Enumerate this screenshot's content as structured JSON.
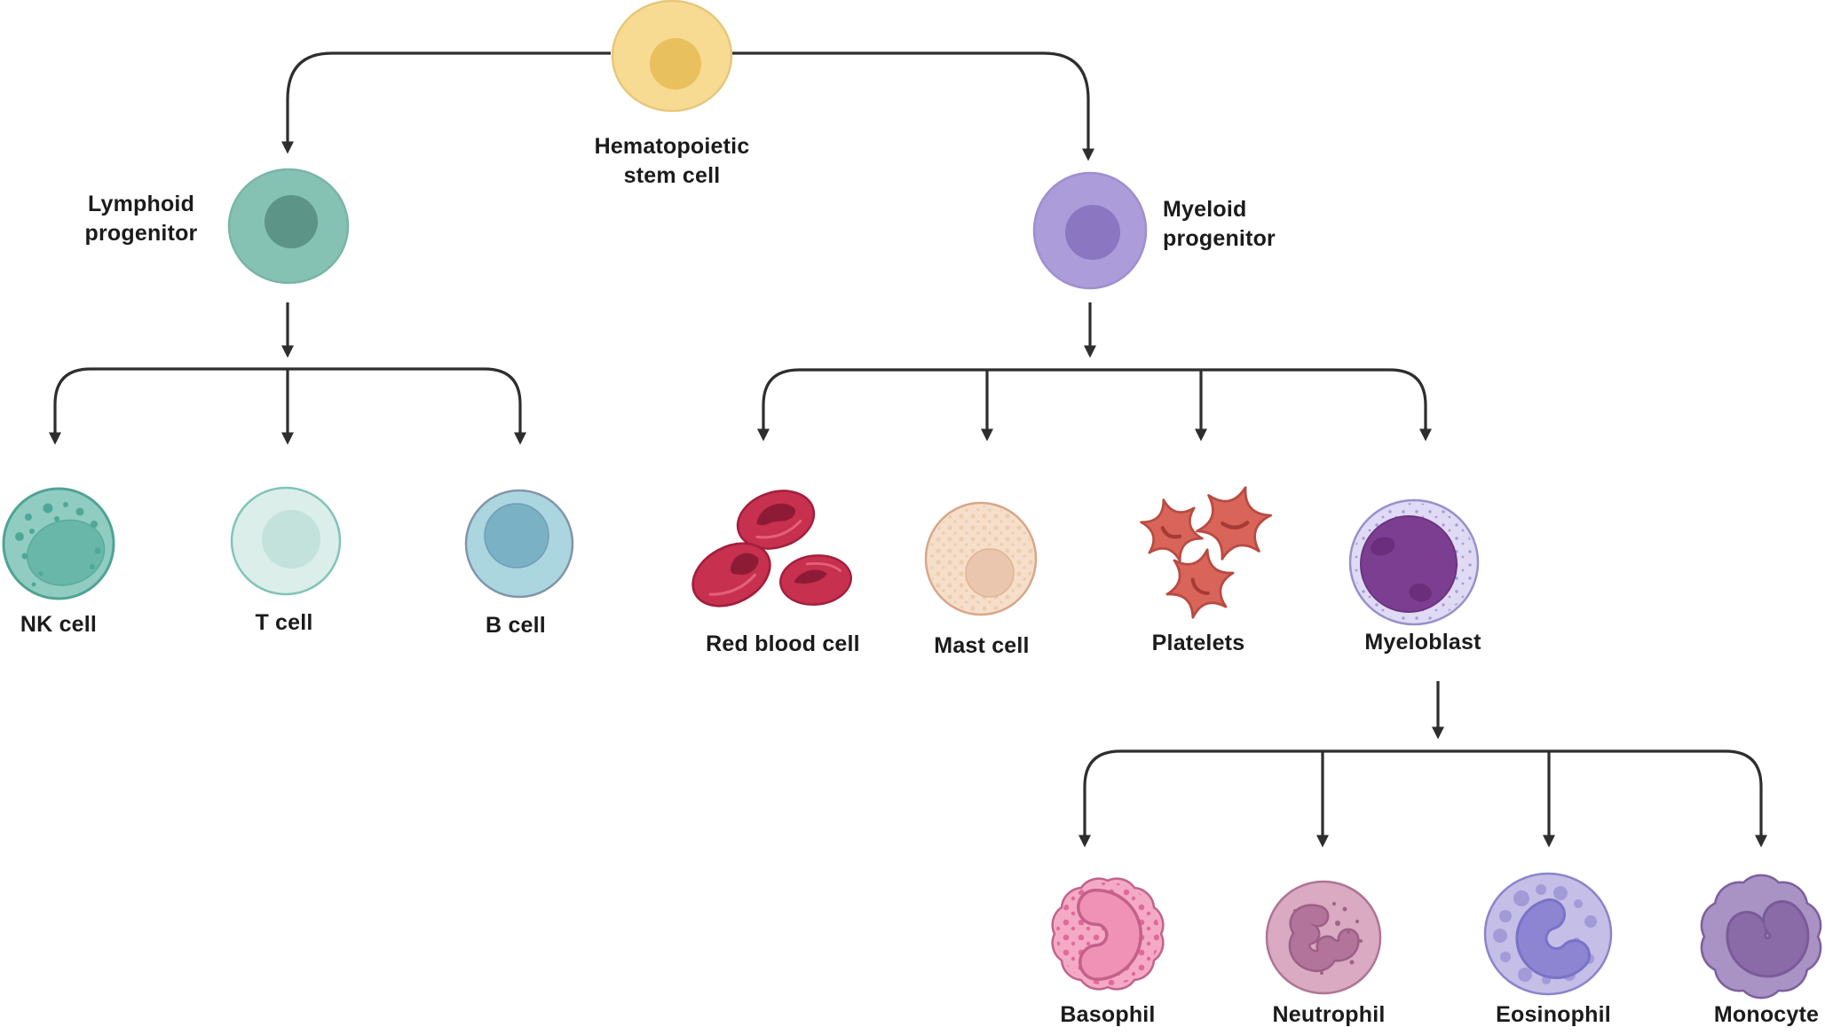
{
  "figure": {
    "type": "hierarchy-diagram",
    "subject": "Hematopoiesis cell lineage"
  },
  "nodes": {
    "hsc": {
      "label": "Hematopoietic\nstem cell"
    },
    "lymphoid_progenitor": {
      "label": "Lymphoid\nprogenitor"
    },
    "myeloid_progenitor": {
      "label": "Myeloid\nprogenitor"
    },
    "nk_cell": {
      "label": "NK cell"
    },
    "t_cell": {
      "label": "T cell"
    },
    "b_cell": {
      "label": "B cell"
    },
    "red_blood_cell": {
      "label": "Red blood cell"
    },
    "mast_cell": {
      "label": "Mast cell"
    },
    "platelets": {
      "label": "Platelets"
    },
    "myeloblast": {
      "label": "Myeloblast"
    },
    "basophil": {
      "label": "Basophil"
    },
    "neutrophil": {
      "label": "Neutrophil"
    },
    "eosinophil": {
      "label": "Eosinophil"
    },
    "monocyte": {
      "label": "Monocyte"
    }
  },
  "edges": [
    {
      "from": "hsc",
      "to": "lymphoid_progenitor"
    },
    {
      "from": "hsc",
      "to": "myeloid_progenitor"
    },
    {
      "from": "lymphoid_progenitor",
      "to": "nk_cell"
    },
    {
      "from": "lymphoid_progenitor",
      "to": "t_cell"
    },
    {
      "from": "lymphoid_progenitor",
      "to": "b_cell"
    },
    {
      "from": "myeloid_progenitor",
      "to": "red_blood_cell"
    },
    {
      "from": "myeloid_progenitor",
      "to": "mast_cell"
    },
    {
      "from": "myeloid_progenitor",
      "to": "platelets"
    },
    {
      "from": "myeloid_progenitor",
      "to": "myeloblast"
    },
    {
      "from": "myeloblast",
      "to": "basophil"
    },
    {
      "from": "myeloblast",
      "to": "neutrophil"
    },
    {
      "from": "myeloblast",
      "to": "eosinophil"
    },
    {
      "from": "myeloblast",
      "to": "monocyte"
    }
  ],
  "colors": {
    "arrow": "#2E2E2E",
    "label_text": "#1B1B1B",
    "hsc_body": "#F8DB92",
    "hsc_nucleus": "#E9C05E",
    "lymphoid_body": "#86C2B3",
    "lymphoid_nucleus": "#5C9488",
    "myeloid_body": "#AC9CD9",
    "myeloid_nucleus": "#8A76C1",
    "nk_body": "#90CCC2",
    "nk_nucleus": "#68B7A9",
    "nk_granule": "#4EA897",
    "t_body": "#DCEEEA",
    "t_nucleus": "#C2E2DB",
    "b_body": "#ABD6E0",
    "b_nucleus": "#7BB1C5",
    "rbc_body": "#C7304E",
    "rbc_shadow": "#8E1B36",
    "rbc_highlight": "#E26277",
    "mast_body": "#F6DFCA",
    "mast_nucleus": "#EAC6AE",
    "mast_granule": "#ECCDB0",
    "platelet_body": "#D96459",
    "platelet_outline": "#B84A41",
    "myeloblast_body": "#E0DBF4",
    "myeloblast_nucleus": "#7C3E91",
    "myeloblast_speckle": "#A79BD6",
    "basophil_body": "#F4AAC5",
    "basophil_granule": "#E4679B",
    "basophil_nucleus": "#EF92B5",
    "neutrophil_body": "#D9AAC2",
    "neutrophil_nucleus": "#B3749B",
    "eosinophil_body": "#C5BFE7",
    "eosinophil_granule": "#A39BD8",
    "eosinophil_nucleus": "#8D85D2",
    "monocyte_body": "#A893C4",
    "monocyte_nucleus": "#8A6BA8"
  }
}
